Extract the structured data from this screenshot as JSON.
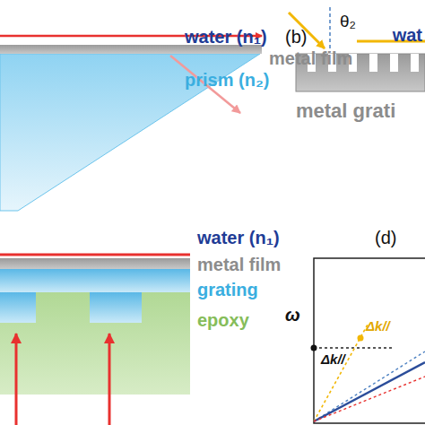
{
  "diagram": {
    "labels": [
      "water (n₁)",
      "metal film",
      "prism (n₂)",
      "(b)",
      "θ₂",
      "wat",
      "metal grati",
      "water (n₁)",
      "metal film",
      "grating",
      "epoxy",
      "(d)",
      "ω",
      "Δk//",
      "Δk//"
    ]
  }
}
